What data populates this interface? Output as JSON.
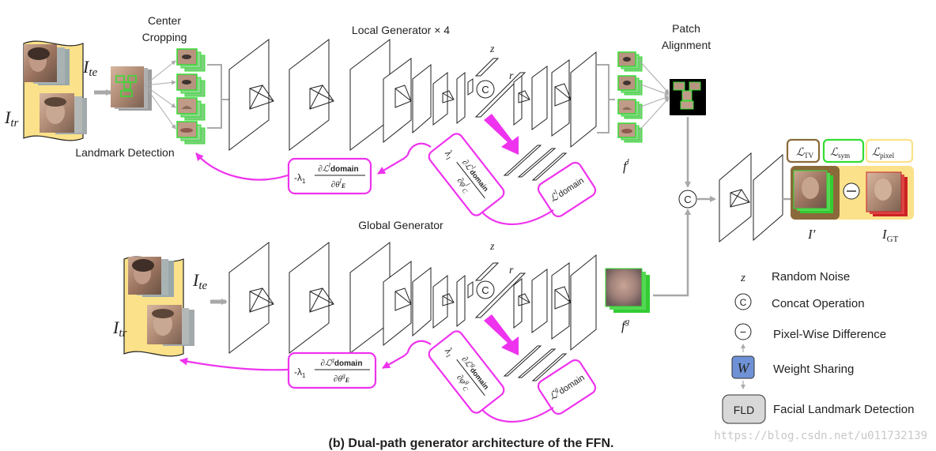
{
  "caption": "(b) Dual-path generator architecture of the FFN.",
  "watermark": "https://blog.csdn.net/u011732139",
  "local": {
    "title": "Local Generator × 4",
    "center_cropping_1": "Center",
    "center_cropping_2": "Cropping",
    "landmark_detection": "Landmark  Detection",
    "patch_alignment_1": "Patch",
    "patch_alignment_2": "Alignment",
    "z": "z",
    "r": "r",
    "c": "C",
    "f_label": "f",
    "f_sup": "l",
    "loss_domain": "ℒ",
    "loss_domain_sup": "l",
    "loss_domain_word": "domain",
    "grad_lambda": "λ",
    "grad_lambda_sub": "1",
    "grad_num": "∂ℒ",
    "grad_num_sup": "l",
    "grad_num_word": "domain",
    "grad_den": "∂φ",
    "grad_den_sup": "l",
    "grad_den_sub": "C",
    "enc_prefix": "-λ",
    "enc_prefix_sub": "1",
    "enc_num": "∂ℒ",
    "enc_num_sup": "l",
    "enc_num_word": "domain",
    "enc_den": "∂θ",
    "enc_den_sup": "l",
    "enc_den_sub": "E"
  },
  "global": {
    "title": "Global Generator",
    "z": "z",
    "r": "r",
    "c": "C",
    "f_label": "f",
    "f_sup": "g",
    "loss_domain": "ℒ",
    "loss_domain_sup": "g",
    "loss_domain_word": "domain",
    "grad_lambda": "λ",
    "grad_lambda_sub": "1",
    "grad_num": "∂ℒ",
    "grad_num_sup": "g",
    "grad_num_word": "domain",
    "grad_den": "∂φ",
    "grad_den_sup": "g",
    "grad_den_sub": "C",
    "enc_prefix": "-λ",
    "enc_prefix_sub": "1",
    "enc_num": "∂ℒ",
    "enc_num_sup": "g",
    "enc_num_word": "domain",
    "enc_den": "∂θ",
    "enc_den_sup": "g",
    "enc_den_sub": "E"
  },
  "inputs": {
    "I": "I",
    "te": "te",
    "tr": "tr"
  },
  "fusion": {
    "c": "C",
    "loss_tv": "ℒ",
    "loss_tv_sub": "TV",
    "loss_sym": "ℒ",
    "loss_sym_sub": "sym",
    "loss_pixel": "ℒ",
    "loss_pixel_sub": "pixel",
    "i_prime": "I′",
    "i_gt": "I",
    "i_gt_sub": "GT"
  },
  "legend": [
    {
      "symbol": "z",
      "label": "Random Noise"
    },
    {
      "symbol": "C",
      "label": "Concat Operation"
    },
    {
      "symbol": "−",
      "label": "Pixel-Wise Difference"
    },
    {
      "symbol": "W",
      "label": "Weight Sharing"
    },
    {
      "symbol": "FLD",
      "label": "Facial Landmark Detection"
    }
  ],
  "colors": {
    "magenta": "#ee33ee",
    "green": "#33dd33",
    "yellow": "#fbe18a",
    "brown": "#8a6a3a",
    "gray": "#a8a8a8",
    "weight_blue": "#6f92d6"
  }
}
